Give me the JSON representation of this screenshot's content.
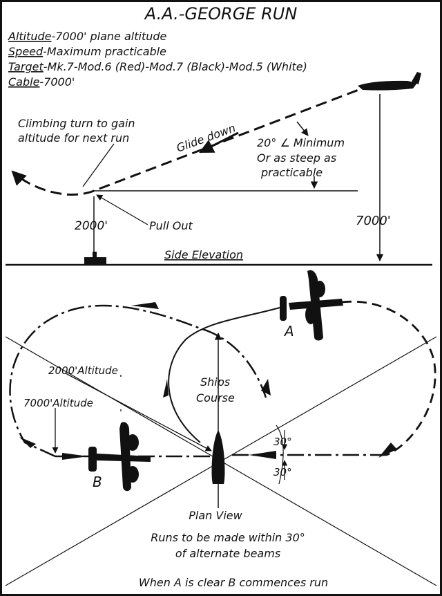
{
  "title": "A.A.-GEORGE RUN",
  "specs": [
    {
      "key": "Altitude",
      "value": "-7000' plane altitude"
    },
    {
      "key": "Speed",
      "value": "-Maximum practicable"
    },
    {
      "key": "Target",
      "value": "-Mk.7-Mod.6 (Red)-Mod.7 (Black)-Mod.5 (White)"
    },
    {
      "key": "Cable",
      "value": "-7000'"
    }
  ],
  "side": {
    "climb_1": "Climbing turn to gain",
    "climb_2": "altitude for next run",
    "glide": "Glide down",
    "angle_1": "20° ∠ Minimum",
    "angle_2": "Or as steep as",
    "angle_3": "practicable",
    "alt_low": "2000'",
    "pull_out": "Pull Out",
    "alt_high": "7000'",
    "caption": "Side Elevation"
  },
  "plan": {
    "alt2000": "2000'Altitude",
    "alt7000": "7000'Altitude",
    "ships_1": "Ships",
    "ships_2": "Course",
    "angle_upper": "30°",
    "angle_lower": "30°",
    "plane_a": "A",
    "plane_b": "B",
    "caption": "Plan View",
    "note_1": "Runs to be made within 30°",
    "note_2": "of alternate beams",
    "footer": "When A is clear B commences run"
  }
}
